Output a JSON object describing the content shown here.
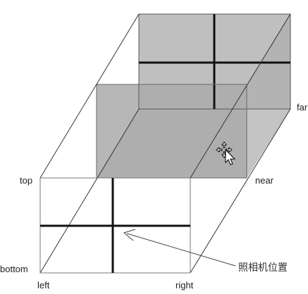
{
  "labels": {
    "far": "far",
    "near": "near",
    "top": "top",
    "bottom": "bottom",
    "left": "left",
    "right": "right",
    "camera_position": "照相机位置"
  },
  "colors": {
    "far_plane_fill": "#bfbfbf",
    "near_plane_fill": "#a9a9a9",
    "floor_fill": "#bdbdbd",
    "right_wall_fill": "#b8b8b8",
    "edge": "#333333",
    "crosshair": "#111111",
    "background": "#ffffff"
  },
  "icons": {
    "cursor": "move-cursor-icon"
  }
}
